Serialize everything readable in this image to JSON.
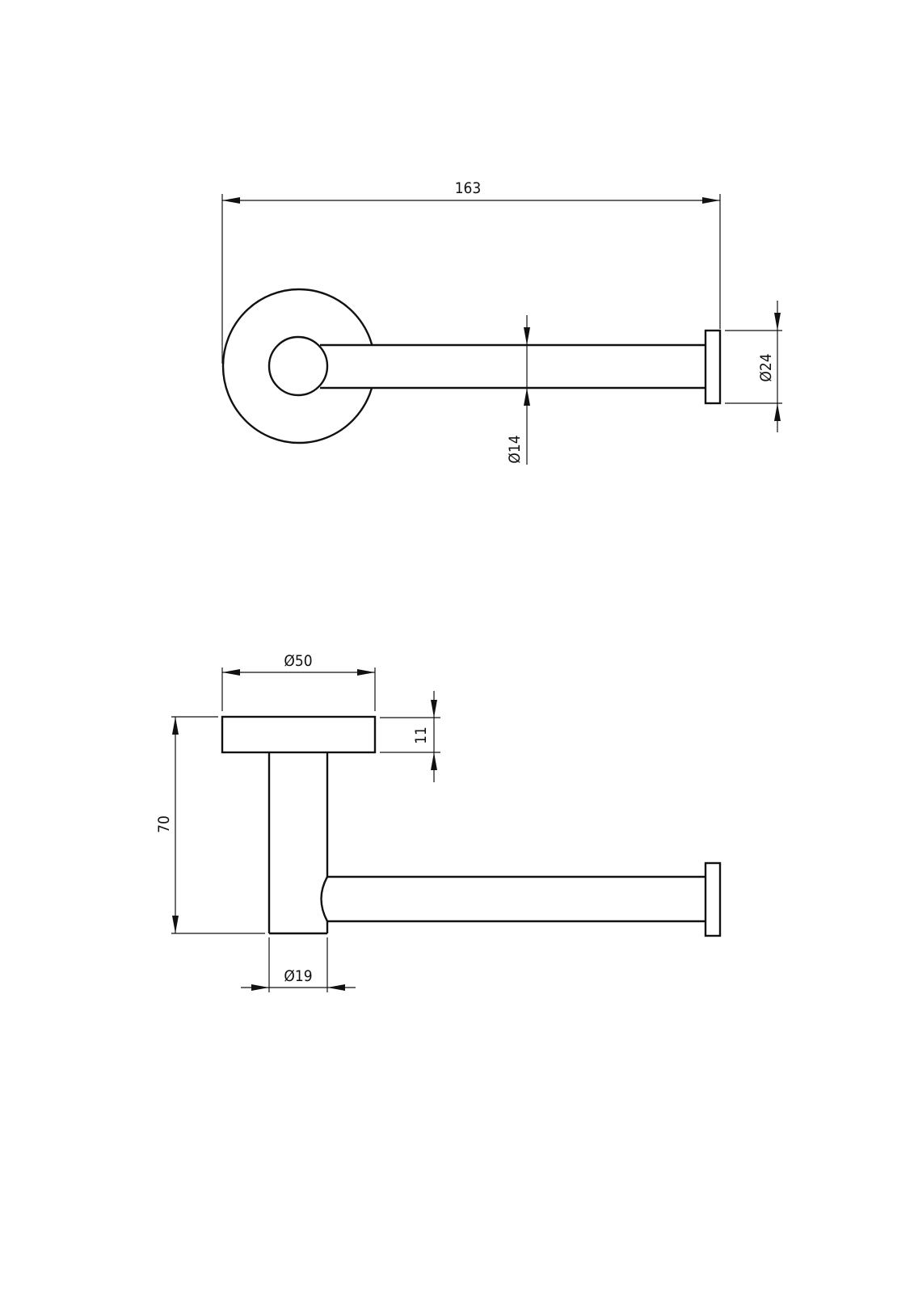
{
  "top_view": {
    "overall_length": "163",
    "rod_diameter": "Ø14",
    "cap_diameter": "Ø24"
  },
  "side_view": {
    "plate_diameter": "Ø50",
    "plate_thickness": "11",
    "overall_height": "70",
    "stem_diameter": "Ø19"
  },
  "colors": {
    "line": "#111111",
    "background": "#ffffff"
  }
}
